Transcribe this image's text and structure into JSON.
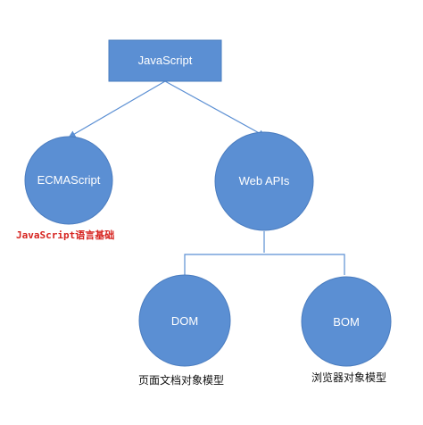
{
  "nodes": {
    "root": {
      "label": "JavaScript"
    },
    "ecmascript": {
      "label": "ECMAScript"
    },
    "webapis": {
      "label": "Web APIs"
    },
    "dom": {
      "label": "DOM"
    },
    "bom": {
      "label": "BOM"
    }
  },
  "captions": {
    "ecmascript": "JavaScript语言基础",
    "dom": "页面文档对象模型",
    "bom": "浏览器对象模型"
  },
  "colors": {
    "node_fill": "#5b8fd3",
    "node_stroke": "#4a7cbf",
    "connector": "#5b8fd3",
    "caption_red": "#d6231f",
    "caption_black": "#111111"
  }
}
